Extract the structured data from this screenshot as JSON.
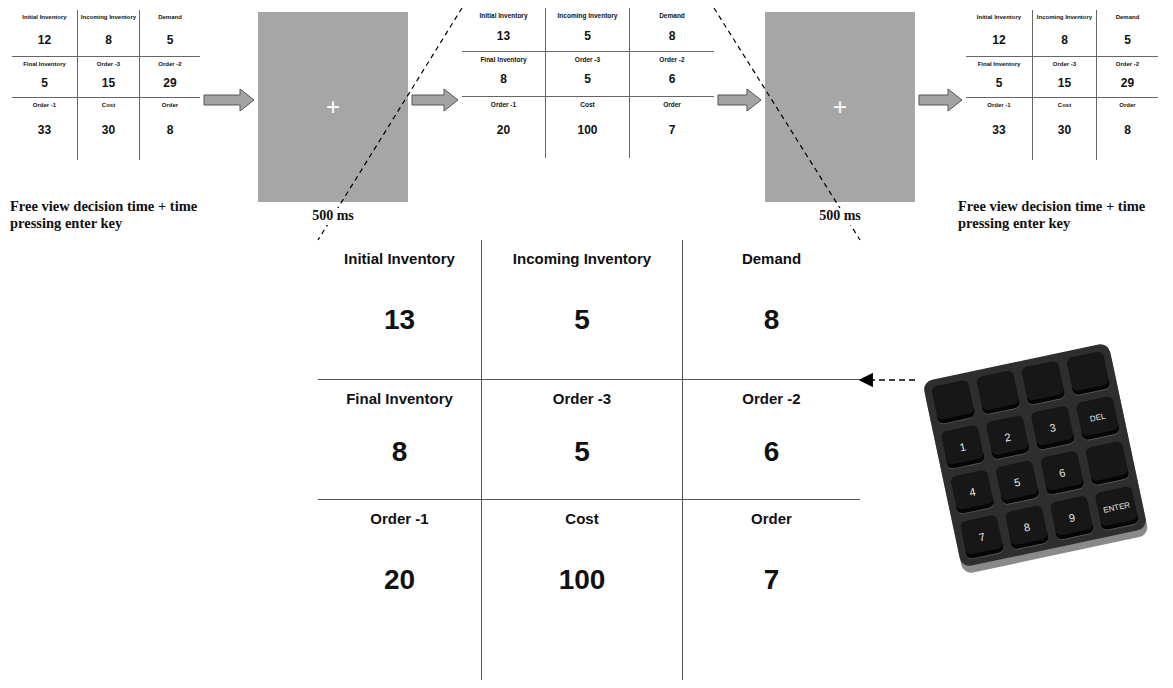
{
  "diagram": {
    "nodes": [
      {
        "text": [
          "Initial Inventory",
          "12",
          "Incoming Inventory",
          "8",
          "Demand",
          "5",
          "Final Inventory",
          "5",
          "Order -3",
          "15",
          "Order -2",
          "29",
          "Order -1",
          "33",
          "Cost",
          "30",
          "Order",
          "8"
        ]
      },
      {
        "text": [
          "+"
        ]
      },
      {
        "text": [
          "Initial Inventory",
          "13",
          "Incoming Inventory",
          "5",
          "Demand",
          "8",
          "Final Inventory",
          "8",
          "Order -3",
          "5",
          "Order -2",
          "6",
          "Order -1",
          "20",
          "Cost",
          "100",
          "Order",
          "7"
        ]
      },
      {
        "text": [
          "+"
        ]
      },
      {
        "text": [
          "Initial Inventory",
          "12",
          "Incoming Inventory",
          "8",
          "Demand",
          "5",
          "Final Inventory",
          "5",
          "Order -3",
          "15",
          "Order -2",
          "29",
          "Order -1",
          "33",
          "Cost",
          "30",
          "Order",
          "8"
        ]
      },
      {
        "text": [
          "Initial Inventory",
          "13",
          "Incoming Inventory",
          "5",
          "Demand",
          "8",
          "Final Inventory",
          "8",
          "Order -3",
          "5",
          "Order -2",
          "6",
          "Order -1",
          "20",
          "Cost",
          "100",
          "Order",
          "7"
        ]
      },
      {
        "text": [
          "1",
          "2",
          "3",
          "DEL",
          "4",
          "5",
          "6",
          "7",
          "8",
          "9",
          "ENTER"
        ]
      }
    ],
    "edges": [
      {
        "from": 0,
        "to": 1,
        "arrow": "to"
      },
      {
        "from": 1,
        "to": 2,
        "arrow": "to"
      },
      {
        "from": 2,
        "to": 3,
        "arrow": "to"
      },
      {
        "from": 3,
        "to": 4,
        "arrow": "to"
      },
      {
        "from": 2,
        "to": 5,
        "arrow": "none"
      },
      {
        "from": 2,
        "to": 5,
        "arrow": "none"
      },
      {
        "from": 6,
        "to": 5,
        "arrow": "to"
      }
    ],
    "labels": [
      "Free view decision time + time pressing enter key",
      "500 ms",
      "500 ms",
      "Free view decision time + time pressing enter key"
    ]
  }
}
